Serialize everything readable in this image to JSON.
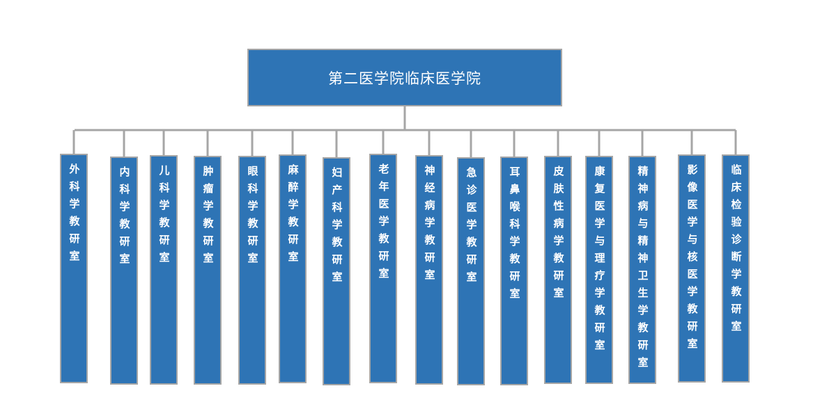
{
  "root": {
    "label": "第二医学院临床医学院"
  },
  "departments": [
    {
      "label": "外科学教研室"
    },
    {
      "label": "内科学教研室"
    },
    {
      "label": "儿科学教研室"
    },
    {
      "label": "肿瘤学教研室"
    },
    {
      "label": "眼科学教研室"
    },
    {
      "label": "麻醉学教研室"
    },
    {
      "label": "妇产科学教研室"
    },
    {
      "label": "老年医学教研室"
    },
    {
      "label": "神经病学教研室"
    },
    {
      "label": "急诊医学教研室"
    },
    {
      "label": "耳鼻喉科学教研室"
    },
    {
      "label": "皮肤性病学教研室"
    },
    {
      "label": "康复医学与理疗学教研室"
    },
    {
      "label": "精神病与精神卫生学教研室"
    },
    {
      "label": "影像医学与核医学教研室"
    },
    {
      "label": "临床检验诊断学教研室"
    }
  ],
  "colors": {
    "box_fill": "#2e74b5",
    "box_border": "#a6a6a6",
    "connector": "#a6a6a6",
    "text": "#ffffff"
  }
}
